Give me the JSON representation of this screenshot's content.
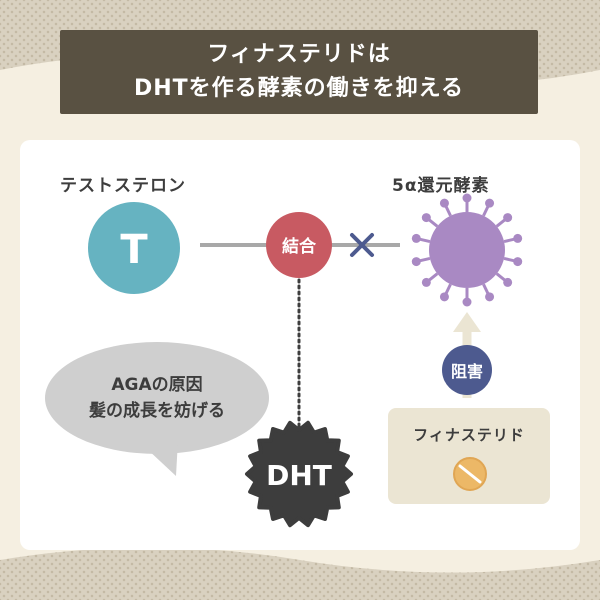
{
  "title": {
    "line1": "フィナステリドは",
    "line2": "DHTを作る酵素の働きを抑える"
  },
  "nodes": {
    "testosterone_label": "テストステロン",
    "testosterone_symbol": "T",
    "enzyme_label": "5α還元酵素",
    "combine_badge": "結合",
    "dht_label": "DHT",
    "inhibit_badge": "阻害",
    "finasteride_label": "フィナステリド"
  },
  "bubble": {
    "line1": "AGAの原因",
    "line2": "髪の成長を妨げる"
  },
  "colors": {
    "title_bg": "#595142",
    "testosterone": "#66b3c1",
    "combine": "#c85a62",
    "enzyme": "#a989c3",
    "inhibit": "#4d5a8f",
    "dht": "#3d3d3d",
    "finasteride_box": "#ebe5d3",
    "pill": "#ecb867"
  },
  "icons": {
    "cross": "x-mark-icon",
    "arrow": "arrow-up-icon",
    "pill": "pill-icon",
    "virus": "virus-icon"
  }
}
